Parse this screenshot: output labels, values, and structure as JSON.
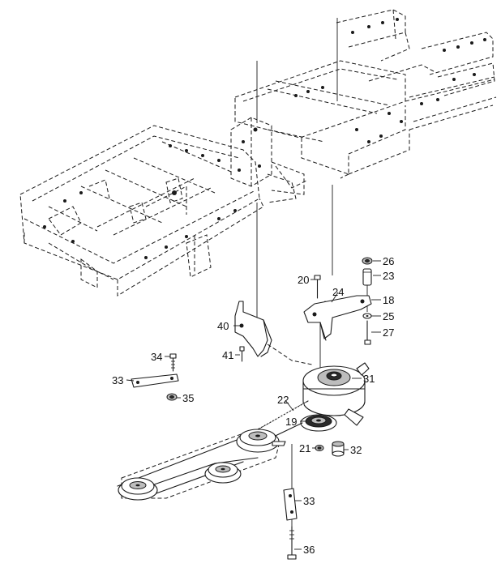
{
  "diagram": {
    "callouts": [
      {
        "id": "c18",
        "label": "18"
      },
      {
        "id": "c19",
        "label": "19"
      },
      {
        "id": "c20",
        "label": "20"
      },
      {
        "id": "c21",
        "label": "21"
      },
      {
        "id": "c22",
        "label": "22"
      },
      {
        "id": "c23",
        "label": "23"
      },
      {
        "id": "c24",
        "label": "24"
      },
      {
        "id": "c25",
        "label": "25"
      },
      {
        "id": "c26",
        "label": "26"
      },
      {
        "id": "c27",
        "label": "27"
      },
      {
        "id": "c31",
        "label": "31"
      },
      {
        "id": "c32",
        "label": "32"
      },
      {
        "id": "c33a",
        "label": "33"
      },
      {
        "id": "c33b",
        "label": "33"
      },
      {
        "id": "c34",
        "label": "34"
      },
      {
        "id": "c35",
        "label": "35"
      },
      {
        "id": "c36",
        "label": "36"
      },
      {
        "id": "c40",
        "label": "40"
      },
      {
        "id": "c41",
        "label": "41"
      }
    ]
  }
}
